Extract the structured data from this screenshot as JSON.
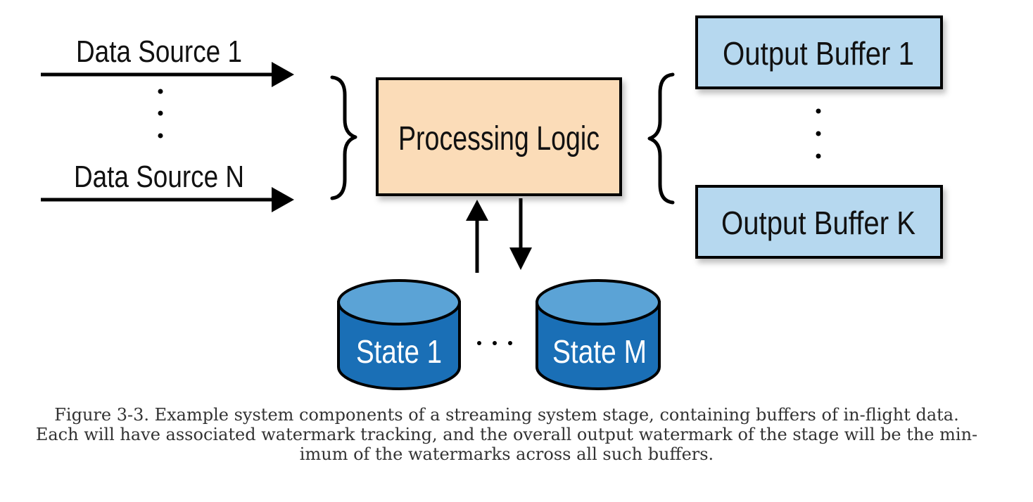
{
  "diagram": {
    "sources": {
      "first": "Data Source 1",
      "last": "Data Source N"
    },
    "processing": {
      "label": "Processing Logic"
    },
    "outputs": {
      "first": "Output Buffer 1",
      "last": "Output Buffer K"
    },
    "states": {
      "first": "State 1",
      "last": "State M"
    },
    "colors": {
      "processing_fill": "#fbdcb8",
      "buffer_fill": "#b6d8ef",
      "state_top": "#5ba3d6",
      "state_body": "#1a6fb6",
      "stroke": "#000000"
    }
  },
  "caption": {
    "line1": "Figure 3-3. Example system components of a streaming system stage, containing buffers of in-flight data.",
    "line2": "Each will have associated watermark tracking, and the overall output watermark of the stage will be the min-",
    "line3": "imum of the watermarks across all such buffers."
  }
}
